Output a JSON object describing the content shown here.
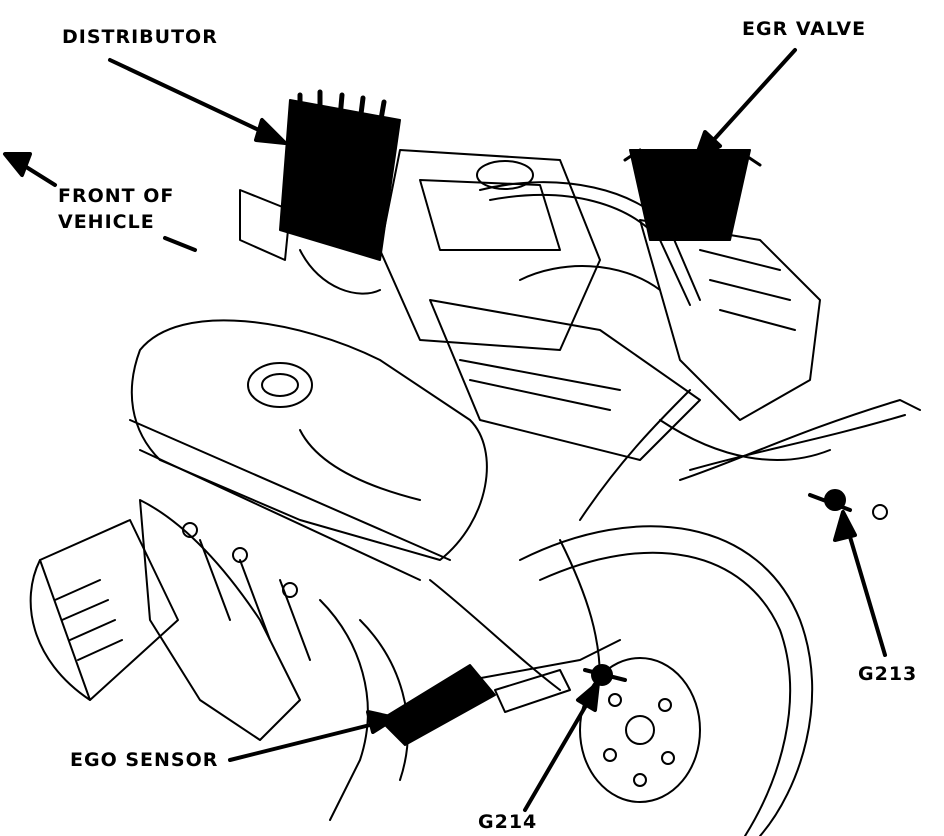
{
  "labels": {
    "distributor": "DISTRIBUTOR",
    "egr_valve": "EGR VALVE",
    "front_line1": "FRONT OF",
    "front_line2": "VEHICLE",
    "ego_sensor": "EGO SENSOR",
    "g213": "G213",
    "g214": "G214"
  },
  "style": {
    "ink": "#000000",
    "paper": "#ffffff"
  },
  "icons": {
    "engine": "v8-engine-line-drawing",
    "direction": "left-arrow-icon"
  }
}
